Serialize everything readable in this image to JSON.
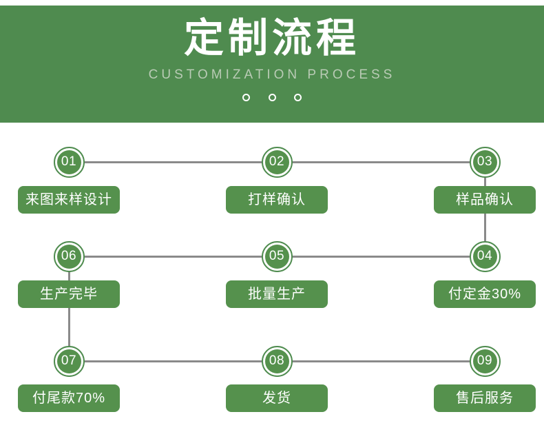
{
  "header": {
    "title": "定制流程",
    "subtitle": "CUSTOMIZATION PROCESS",
    "banner_color": "#4f8b4f",
    "subtitle_color": "#b9cbb5",
    "dots_count": 3
  },
  "flow": {
    "line_color": "#8a8a8a",
    "node_color": "#55914d",
    "circle_border_color": "#4f8c4f",
    "steps": [
      {
        "number": "01",
        "label": "来图来样设计"
      },
      {
        "number": "02",
        "label": "打样确认"
      },
      {
        "number": "03",
        "label": "样品确认"
      },
      {
        "number": "04",
        "label": "付定金30%"
      },
      {
        "number": "05",
        "label": "批量生产"
      },
      {
        "number": "06",
        "label": "生产完毕"
      },
      {
        "number": "07",
        "label": "付尾款70%"
      },
      {
        "number": "08",
        "label": "发货"
      },
      {
        "number": "09",
        "label": "售后服务"
      }
    ],
    "connections": [
      "01-02",
      "02-03",
      "03-04",
      "04-05",
      "05-06",
      "06-07",
      "07-08",
      "08-09"
    ]
  }
}
